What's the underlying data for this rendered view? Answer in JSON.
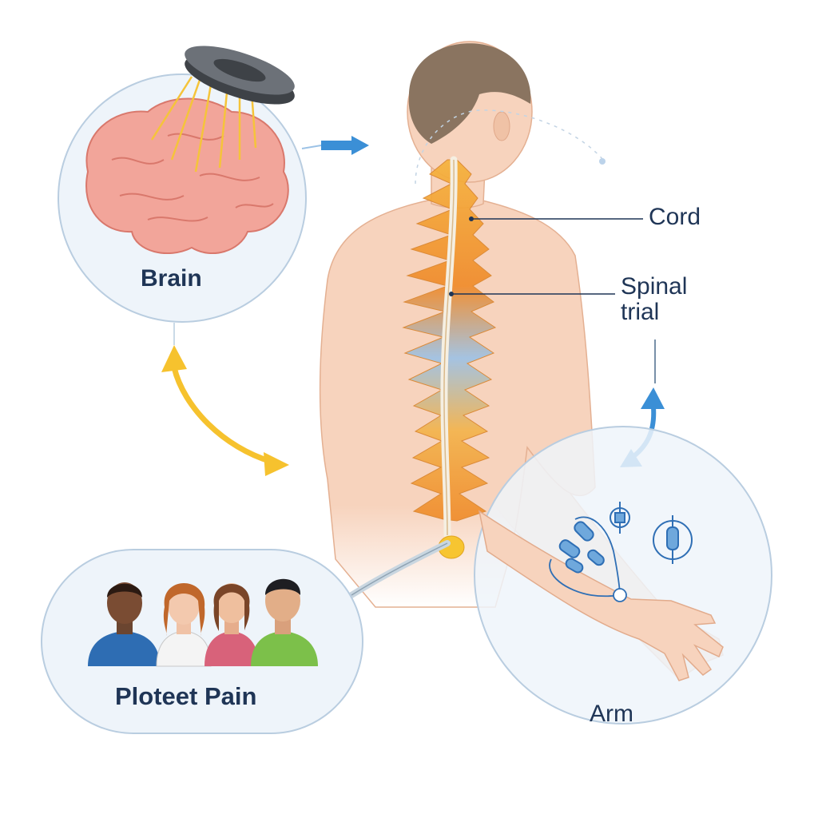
{
  "labels": {
    "brain": "Brain",
    "cord": "Cord",
    "spinal_line1": "Spinal",
    "spinal_line2": "trial",
    "pain": "Ploteet Pain",
    "arm": "Arm"
  },
  "colors": {
    "bubble_fill": "#eef4fa",
    "bubble_stroke": "#b9cde0",
    "skin": "#f7d3bd",
    "hair": "#8a7460",
    "brain": "#f2a59a",
    "spine_orange": "#f0a030",
    "spine_blue": "#9cc2e6",
    "arrow_yellow": "#f6c22e",
    "arrow_blue": "#3b8fd6",
    "label_text": "#1f3556"
  },
  "icons": [
    "stimulator-disc-icon",
    "brain-icon",
    "person-icon",
    "electrode-icon"
  ]
}
